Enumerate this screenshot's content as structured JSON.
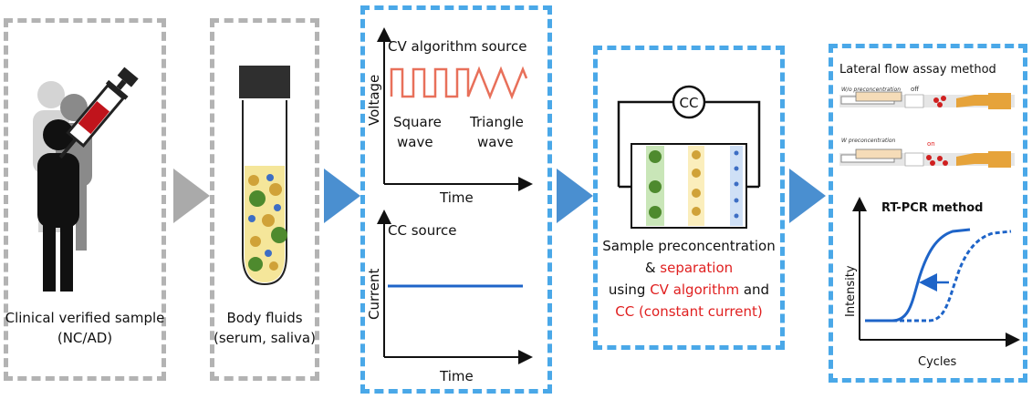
{
  "panel1": {
    "caption_line1": "Clinical verified sample",
    "caption_line2": "(NC/AD)"
  },
  "panel2": {
    "caption_line1": "Body fluids",
    "caption_line2": "(serum, saliva)"
  },
  "panel3": {
    "cv_title": "CV algorithm source",
    "voltage_label": "Voltage",
    "square_label_1": "Square",
    "square_label_2": "wave",
    "triangle_label_1": "Triangle",
    "triangle_label_2": "wave",
    "time_label_1": "Time",
    "cc_title": "CC source",
    "current_label": "Current",
    "time_label_2": "Time"
  },
  "panel4": {
    "cc_symbol": "CC",
    "line1": "Sample  preconcentration",
    "line2_prefix": "& ",
    "line2_red": "separation",
    "line3_prefix": "using ",
    "line3_red": "CV algorithm",
    "line3_suffix": " and",
    "line4_red": "CC (constant current)"
  },
  "panel5": {
    "lfa_title": "Lateral flow assay method",
    "wo_label": "W/o preconcentration",
    "off_label": "off",
    "w_label": "W preconcentration",
    "on_label": "on",
    "pcr_title": "RT-PCR method",
    "intensity_label": "Intensity",
    "cycles_label": "Cycles"
  },
  "colors": {
    "accent_blue": "#4a8fd0",
    "dash_blue": "#4aa8e8",
    "dash_gray": "#b3b3b3",
    "red": "#e02020",
    "wave_red": "#e8705a",
    "line_blue": "#1e64c8"
  }
}
